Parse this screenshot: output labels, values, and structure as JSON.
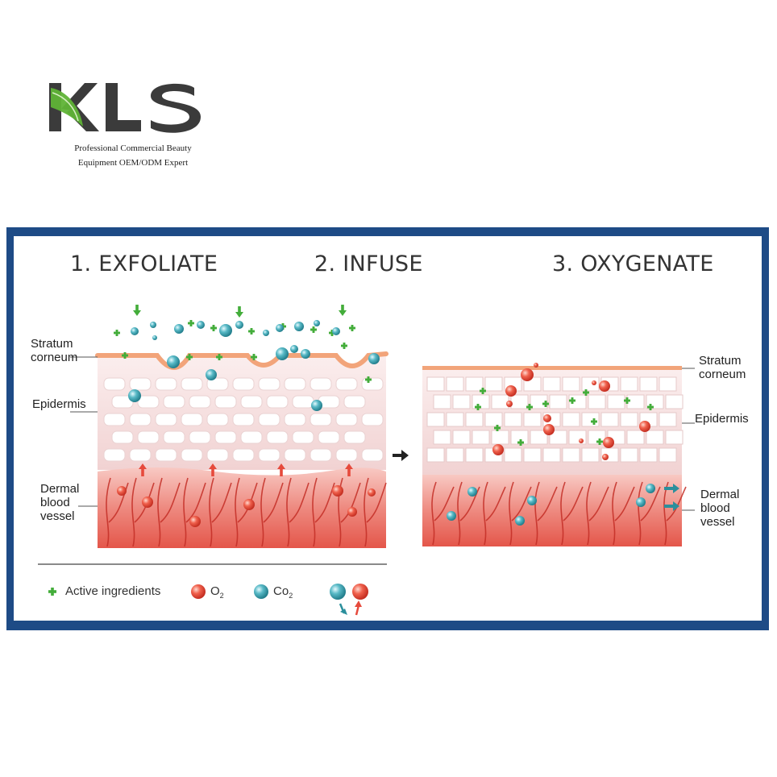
{
  "brand": {
    "logo_text": "KLS",
    "tagline_line1": "Professional Commercial Beauty",
    "tagline_line2": "Equipment OEM/ODM Expert"
  },
  "steps": [
    {
      "label": "1. EXFOLIATE"
    },
    {
      "label": "2. INFUSE"
    },
    {
      "label": "3. OXYGENATE"
    }
  ],
  "left_labels": {
    "stratum": [
      "Stratum",
      "corneum"
    ],
    "epidermis": "Epidermis",
    "dermal": [
      "Dermal",
      "blood",
      "vessel"
    ]
  },
  "right_labels": {
    "stratum": [
      "Stratum",
      "corneum"
    ],
    "epidermis": "Epidermis",
    "dermal": [
      "Dermal",
      "blood",
      "vessel"
    ]
  },
  "legend": {
    "active": "Active ingredients",
    "o2": "O",
    "o2_sub": "2",
    "co2": "Co",
    "co2_sub": "2"
  },
  "colors": {
    "frame": "#1e4b86",
    "active_green": "#39a935",
    "o2_red": "#e84b3c",
    "co2_teal": "#3aa7b5",
    "dermis": "#e7685e",
    "epidermis_pink": "#f4dcdc",
    "stratum_orange": "#f2a47a"
  },
  "icons": [
    "leaf-icon",
    "plus-icon",
    "o2-bubble-icon",
    "co2-bubble-icon",
    "arrow-right-icon"
  ]
}
